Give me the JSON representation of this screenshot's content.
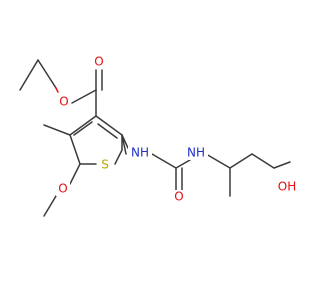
{
  "molecule": {
    "atoms": {
      "ester_o": "O",
      "carbonyl_o": "O",
      "nh_left": "NH",
      "nh_right": "NH",
      "urea_o": "O",
      "sulfur": "S",
      "methoxy_o": "O",
      "hydroxyl": "OH"
    },
    "colors": {
      "bond": "#3a3a3a",
      "oxygen": "#e01010",
      "nitrogen": "#2030c8",
      "sulfur": "#b8a800"
    }
  }
}
